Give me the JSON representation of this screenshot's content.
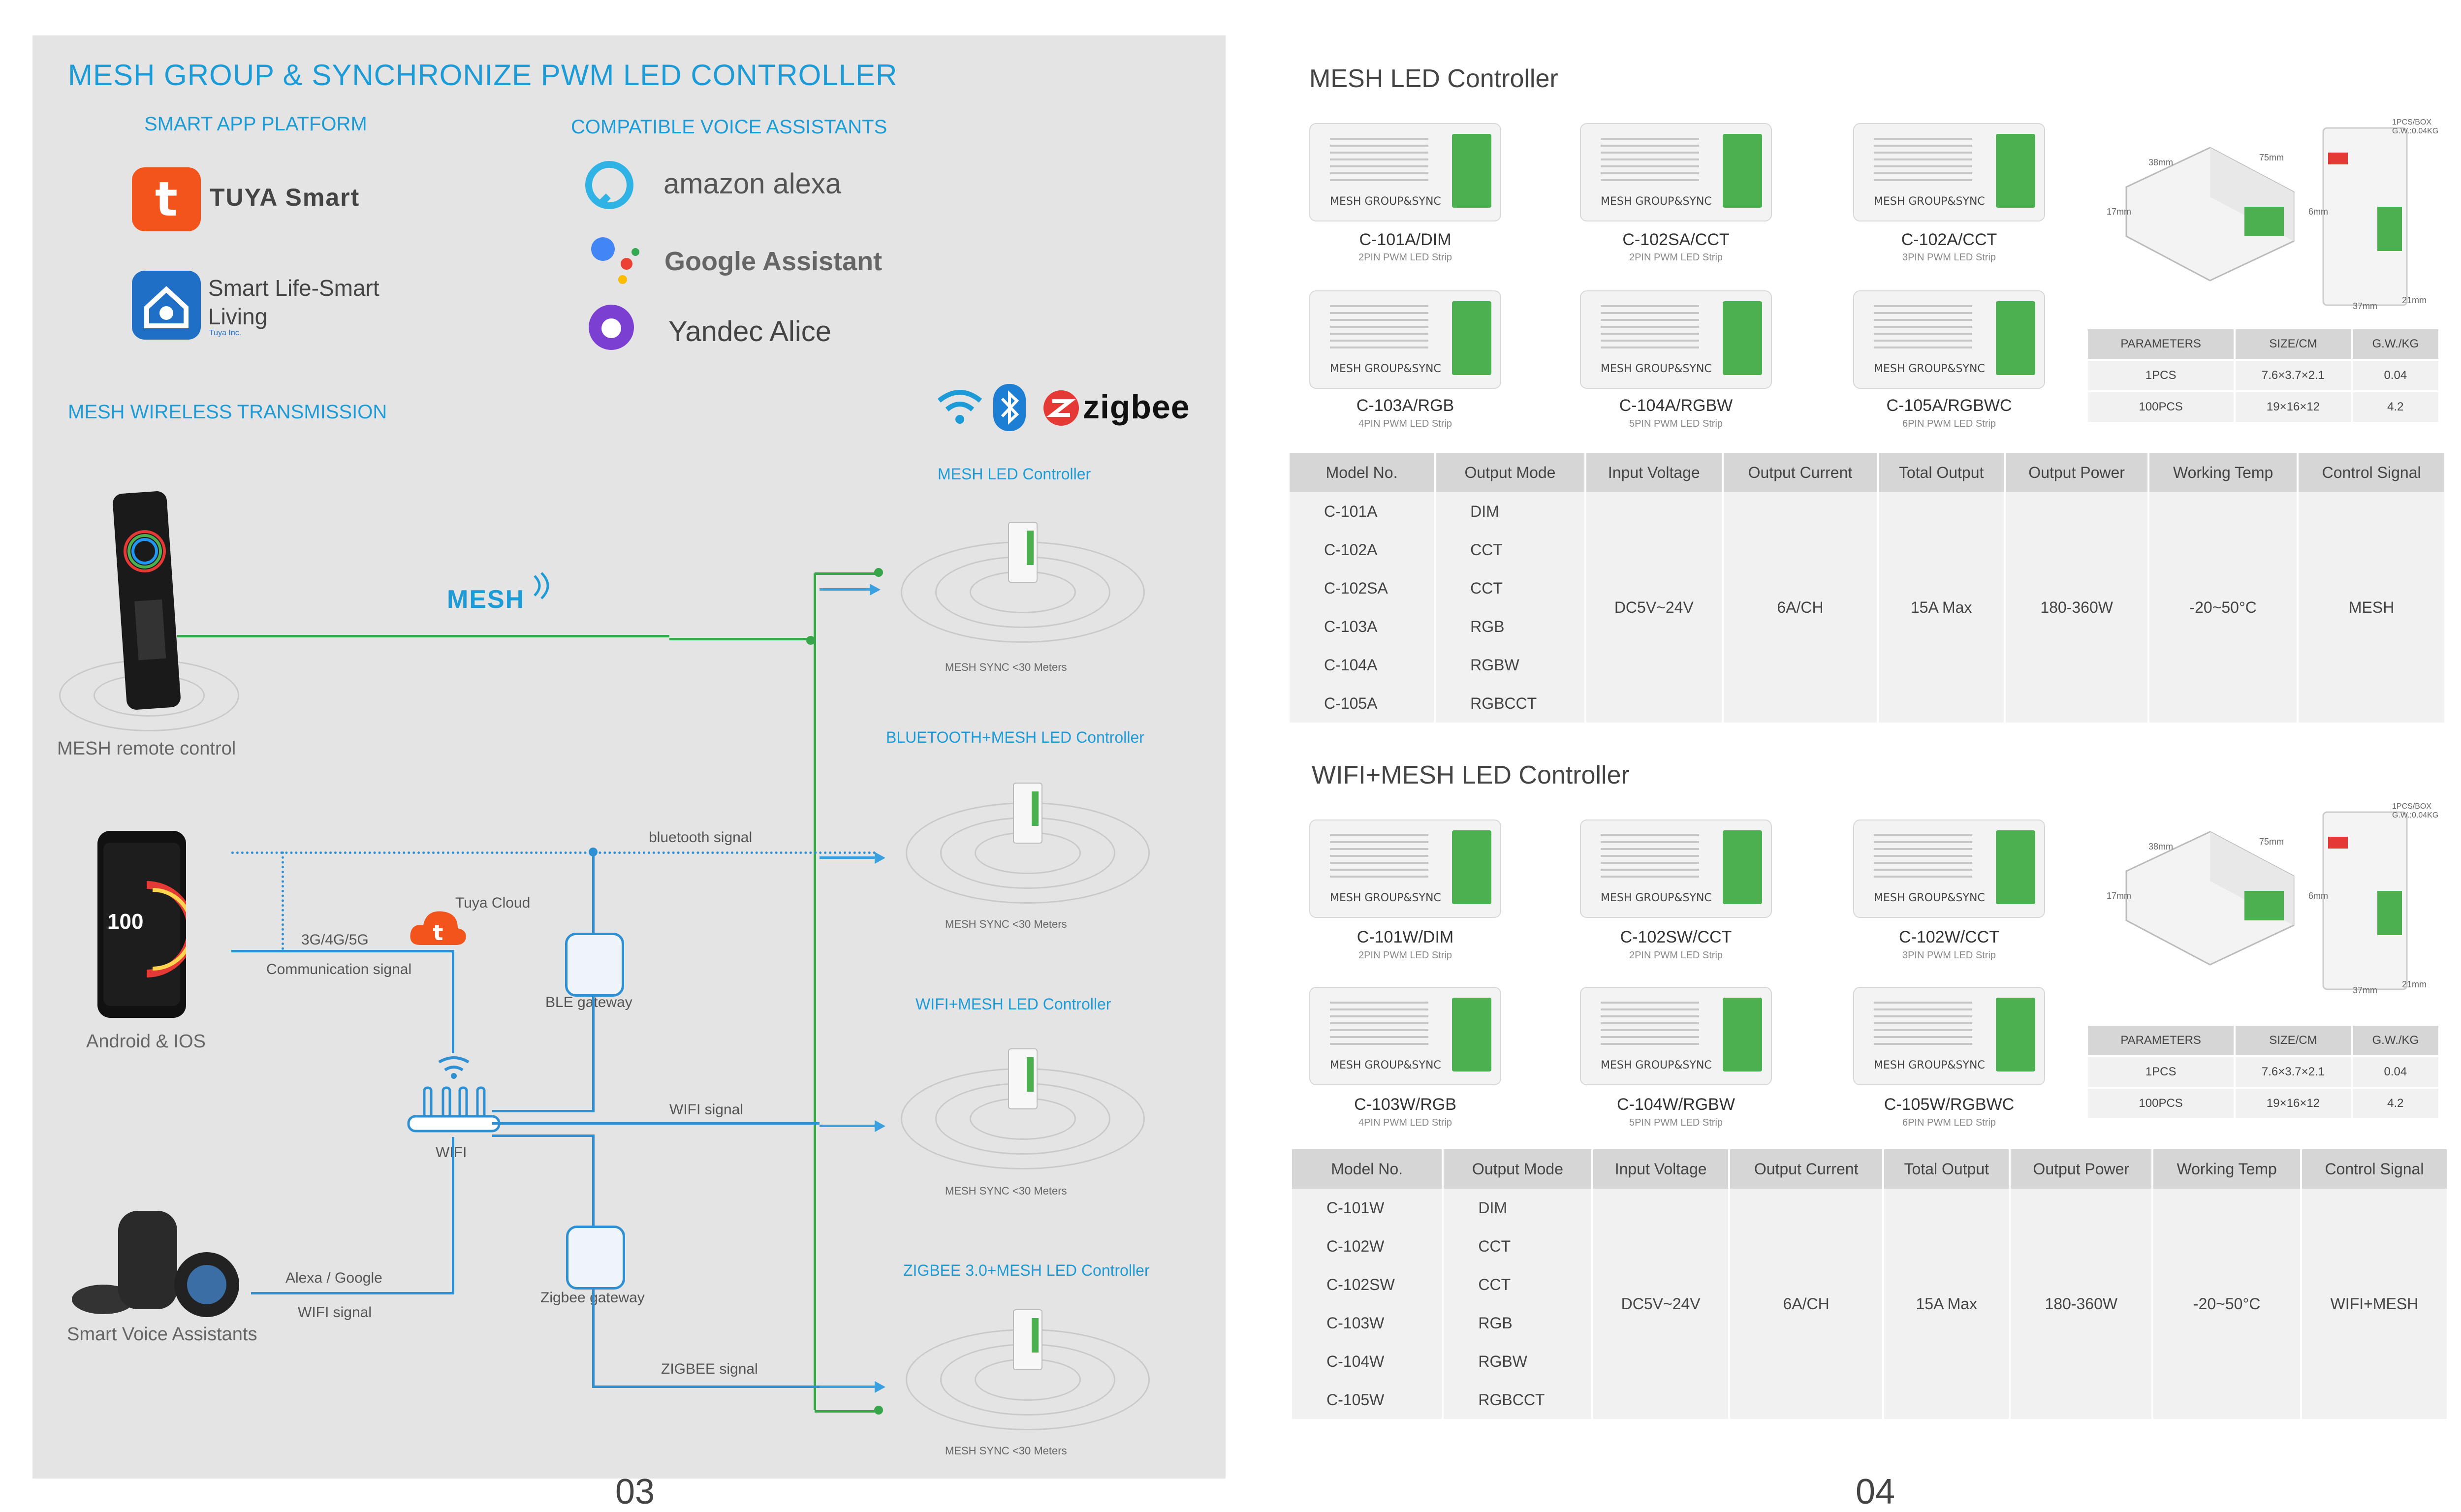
{
  "left": {
    "title": "MESH GROUP & SYNCHRONIZE PWM LED CONTROLLER",
    "smart_app_header": "SMART APP PLATFORM",
    "apps": [
      {
        "name": "TUYA Smart",
        "icon": "tuya-icon"
      },
      {
        "name": "Smart Life-Smart Living",
        "sub": "Tuya Inc.",
        "icon": "smart-life-icon"
      }
    ],
    "voice_header": "COMPATIBLE VOICE ASSISTANTS",
    "voice": [
      {
        "name": "amazon alexa",
        "icon": "alexa-icon"
      },
      {
        "name": "Google Assistant",
        "icon": "google-assistant-icon"
      },
      {
        "name": "Yandec Alice",
        "icon": "alice-icon"
      }
    ],
    "transmission_header": "MESH WIRELESS TRANSMISSION",
    "zigbee_logo": "zigbee",
    "mesh_label": "MESH",
    "devices": {
      "remote": "MESH remote control",
      "phone": "Android & IOS",
      "phone_screen": "100",
      "voice": "Smart Voice Assistants",
      "wifi": "WIFI",
      "ble_gateway": "BLE gateway",
      "zigbee_gateway": "Zigbee gateway",
      "tuya_cloud": "Tuya Cloud"
    },
    "signals": {
      "bluetooth": "bluetooth  signal",
      "cellular": "3G/4G/5G",
      "communication": "Communication signal",
      "wifi": "WIFI signal",
      "alexa_google": "Alexa / Google",
      "wifi_signal2": "WIFI signal",
      "zigbee": "ZIGBEE signal"
    },
    "controllers": [
      {
        "label": "MESH LED Controller",
        "sync": "MESH SYNC   <30 Meters"
      },
      {
        "label": "BLUETOOTH+MESH LED Controller",
        "sync": "MESH SYNC   <30 Meters"
      },
      {
        "label": "WIFI+MESH LED Controller",
        "sync": "MESH SYNC   <30 Meters"
      },
      {
        "label": "ZIGBEE 3.0+MESH LED Controller",
        "sync": "MESH SYNC   <30 Meters"
      }
    ],
    "page_number": "03"
  },
  "right": {
    "page_number": "04",
    "card_text": "MESH GROUP&SYNC",
    "sections": [
      {
        "title": "MESH LED Controller",
        "products": [
          {
            "model": "C-101A/DIM",
            "note": "2PIN PWM LED Strip"
          },
          {
            "model": "C-102SA/CCT",
            "note": "2PIN PWM LED Strip"
          },
          {
            "model": "C-102A/CCT",
            "note": "3PIN PWM LED Strip"
          },
          {
            "model": "C-103A/RGB",
            "note": "4PIN PWM LED Strip"
          },
          {
            "model": "C-104A/RGBW",
            "note": "5PIN PWM LED Strip"
          },
          {
            "model": "C-105A/RGBWC",
            "note": "6PIN PWM LED Strip"
          }
        ],
        "box_label": "1PCS/BOX\nG.W.:0.04KG",
        "dims": {
          "a": "38mm",
          "b": "75mm",
          "c": "6mm",
          "d": "37mm",
          "e": "21mm",
          "f": "17mm"
        },
        "params": {
          "headers": [
            "PARAMETERS",
            "SIZE/CM",
            "G.W./KG"
          ],
          "rows": [
            [
              "1PCS",
              "7.6×3.7×2.1",
              "0.04"
            ],
            [
              "100PCS",
              "19×16×12",
              "4.2"
            ]
          ]
        },
        "table": {
          "headers": [
            "Model No.",
            "Output Mode",
            "Input Voltage",
            "Output Current",
            "Total Output",
            "Output Power",
            "Working Temp",
            "Control Signal"
          ],
          "models": [
            "C-101A",
            "C-102A",
            "C-102SA",
            "C-103A",
            "C-104A",
            "C-105A"
          ],
          "modes": [
            "DIM",
            "CCT",
            "CCT",
            "RGB",
            "RGBW",
            "RGBCCT"
          ],
          "shared": [
            "DC5V~24V",
            "6A/CH",
            "15A Max",
            "180-360W",
            "-20~50°C",
            "MESH"
          ]
        }
      },
      {
        "title": "WIFI+MESH LED Controller",
        "products": [
          {
            "model": "C-101W/DIM",
            "note": "2PIN PWM LED Strip"
          },
          {
            "model": "C-102SW/CCT",
            "note": "2PIN PWM LED Strip"
          },
          {
            "model": "C-102W/CCT",
            "note": "3PIN PWM LED Strip"
          },
          {
            "model": "C-103W/RGB",
            "note": "4PIN PWM LED Strip"
          },
          {
            "model": "C-104W/RGBW",
            "note": "5PIN PWM LED Strip"
          },
          {
            "model": "C-105W/RGBWC",
            "note": "6PIN PWM LED Strip"
          }
        ],
        "box_label": "1PCS/BOX\nG.W.:0.04KG",
        "dims": {
          "a": "38mm",
          "b": "75mm",
          "c": "6mm",
          "d": "37mm",
          "e": "21mm",
          "f": "17mm"
        },
        "params": {
          "headers": [
            "PARAMETERS",
            "SIZE/CM",
            "G.W./KG"
          ],
          "rows": [
            [
              "1PCS",
              "7.6×3.7×2.1",
              "0.04"
            ],
            [
              "100PCS",
              "19×16×12",
              "4.2"
            ]
          ]
        },
        "table": {
          "headers": [
            "Model No.",
            "Output Mode",
            "Input Voltage",
            "Output Current",
            "Total Output",
            "Output Power",
            "Working Temp",
            "Control Signal"
          ],
          "models": [
            "C-101W",
            "C-102W",
            "C-102SW",
            "C-103W",
            "C-104W",
            "C-105W"
          ],
          "modes": [
            "DIM",
            "CCT",
            "CCT",
            "RGB",
            "RGBW",
            "RGBCCT"
          ],
          "shared": [
            "DC5V~24V",
            "6A/CH",
            "15A Max",
            "180-360W",
            "-20~50°C",
            "WIFI+MESH"
          ]
        }
      }
    ]
  },
  "colors": {
    "accent": "#1d9bd7",
    "mesh_line": "#37a64a",
    "signal_line": "#2f8fd3",
    "panel": "#e4e4e4"
  }
}
